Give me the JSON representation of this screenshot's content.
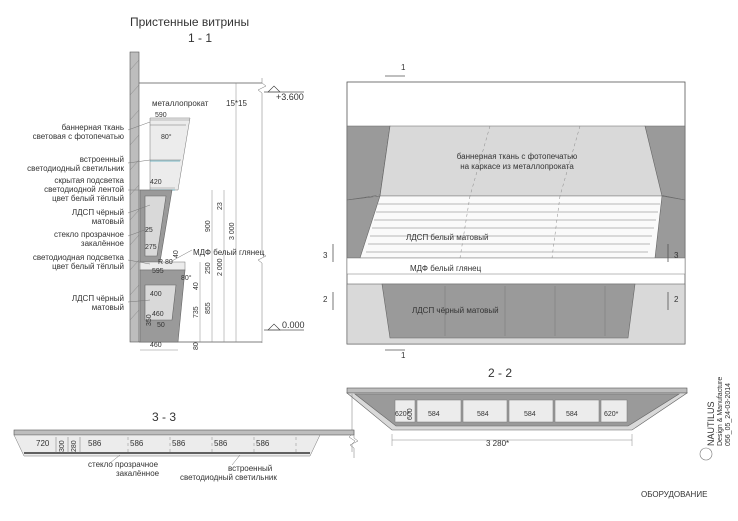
{
  "title": "Пристенные витрины",
  "section_1_1": {
    "label": "1 - 1",
    "elevation_top": "+3.600",
    "elevation_zero": "0.000",
    "callouts": [
      "металлопрокат",
      "15*15",
      "баннерная ткань",
      "световая с фотопечатью",
      "встроенный",
      "светодиодный светильник",
      "скрытая подсветка",
      "светодиодной лентой",
      "цвет белый тёплый",
      "ЛДСП чёрный",
      "матовый",
      "стекло прозрачное",
      "закалённое",
      "светодиодная подсветка",
      "цвет белый тёплый",
      "ЛДСП чёрный",
      "матовый"
    ],
    "mdf_label": "МДФ белый глянец",
    "dims_horizontal": [
      "590",
      "80°",
      "420",
      "25",
      "275",
      "R 80",
      "595",
      "80°",
      "400",
      "460",
      "50",
      "350",
      "460"
    ],
    "dims_vertical": [
      "900",
      "23",
      "3 000",
      "40",
      "250",
      "2 000",
      "40",
      "735",
      "855",
      "80"
    ]
  },
  "elevation": {
    "banner_label_line1": "баннерная ткань с фотопечатью",
    "banner_label_line2": "на каркасе из металлопроката",
    "ldsp_white": "ЛДСП белый матовый",
    "mdf_white": "МДФ белый глянец",
    "ldsp_black": "ЛДСП чёрный матовый",
    "section_marks": [
      "1",
      "1",
      "3",
      "3",
      "2",
      "2"
    ]
  },
  "section_2_2": {
    "label": "2 - 2",
    "dims_top": [
      "620*",
      "584",
      "584",
      "584",
      "584",
      "620*"
    ],
    "dim_depth": "600",
    "dim_total": "3 280*"
  },
  "section_3_3": {
    "label": "3 - 3",
    "dims": [
      "720",
      "300",
      "280",
      "586",
      "586",
      "586",
      "586",
      "586"
    ],
    "callout_glass_1": "стекло прозрачное",
    "callout_glass_2": "закалённое",
    "callout_led_1": "встроенный",
    "callout_led_2": "светодиодный светильник"
  },
  "stamp": {
    "brand": "NAUTILUS",
    "sub": "Design & Manufacture",
    "code": "056_05_24-03-2014"
  },
  "footer": "ОБОРУДОВАНИЕ"
}
